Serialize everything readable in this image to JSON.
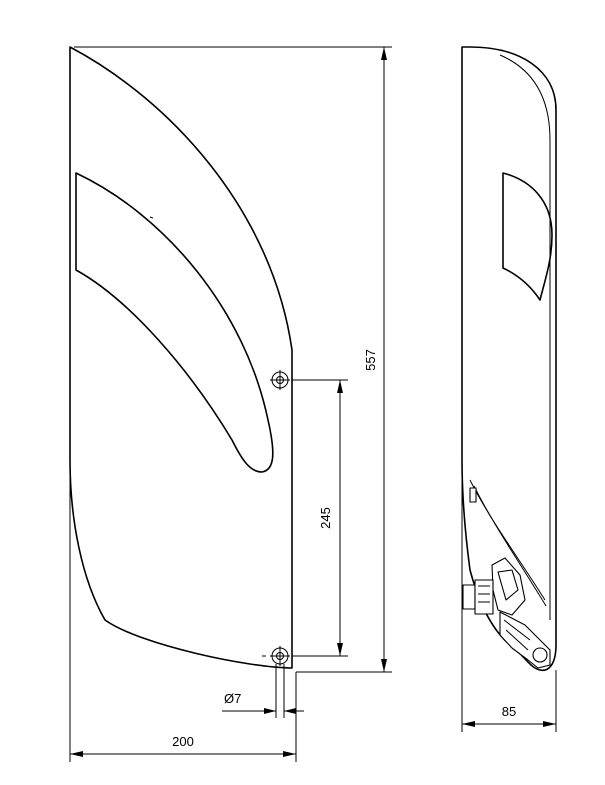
{
  "dimensions": {
    "height": "557",
    "hole_spacing": "245",
    "width": "200",
    "hole_diameter": "Ø7",
    "depth": "85"
  }
}
